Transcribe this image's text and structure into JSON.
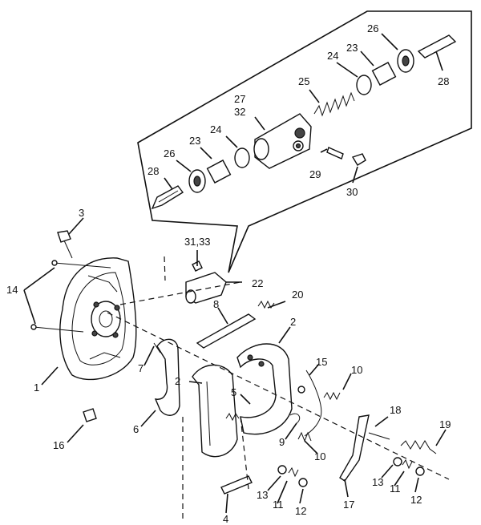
{
  "labels": {
    "l1": "1",
    "l2a": "2",
    "l2b": "2",
    "l3": "3",
    "l4": "4",
    "l5": "5",
    "l6": "6",
    "l7": "7",
    "l8": "8",
    "l9": "9",
    "l10a": "10",
    "l10b": "10",
    "l11a": "11",
    "l11b": "11",
    "l12a": "12",
    "l12b": "12",
    "l13a": "13",
    "l13b": "13",
    "l14": "14",
    "l15": "15",
    "l16": "16",
    "l17": "17",
    "l18": "18",
    "l19": "19",
    "l20": "20",
    "l22": "22",
    "l23a": "23",
    "l23b": "23",
    "l24a": "24",
    "l24b": "24",
    "l25": "25",
    "l26a": "26",
    "l26b": "26",
    "l27": "27",
    "l28a": "28",
    "l28b": "28",
    "l29": "29",
    "l30": "30",
    "l31": "31,33",
    "l32": "32"
  }
}
